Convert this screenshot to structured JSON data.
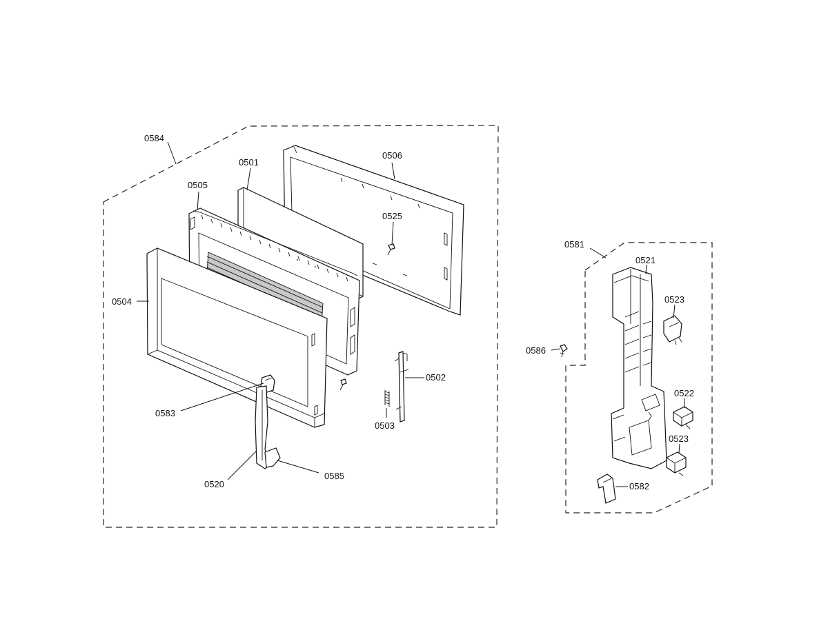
{
  "labels": {
    "p0584": "0584",
    "p0501": "0501",
    "p0506": "0506",
    "p0505": "0505",
    "p0525": "0525",
    "p0504": "0504",
    "p0502": "0502",
    "p0503": "0503",
    "p0583": "0583",
    "p0520": "0520",
    "p0585": "0585",
    "p0581": "0581",
    "p0521": "0521",
    "p0523a": "0523",
    "p0586": "0586",
    "p0522": "0522",
    "p0523b": "0523",
    "p0582": "0582"
  }
}
